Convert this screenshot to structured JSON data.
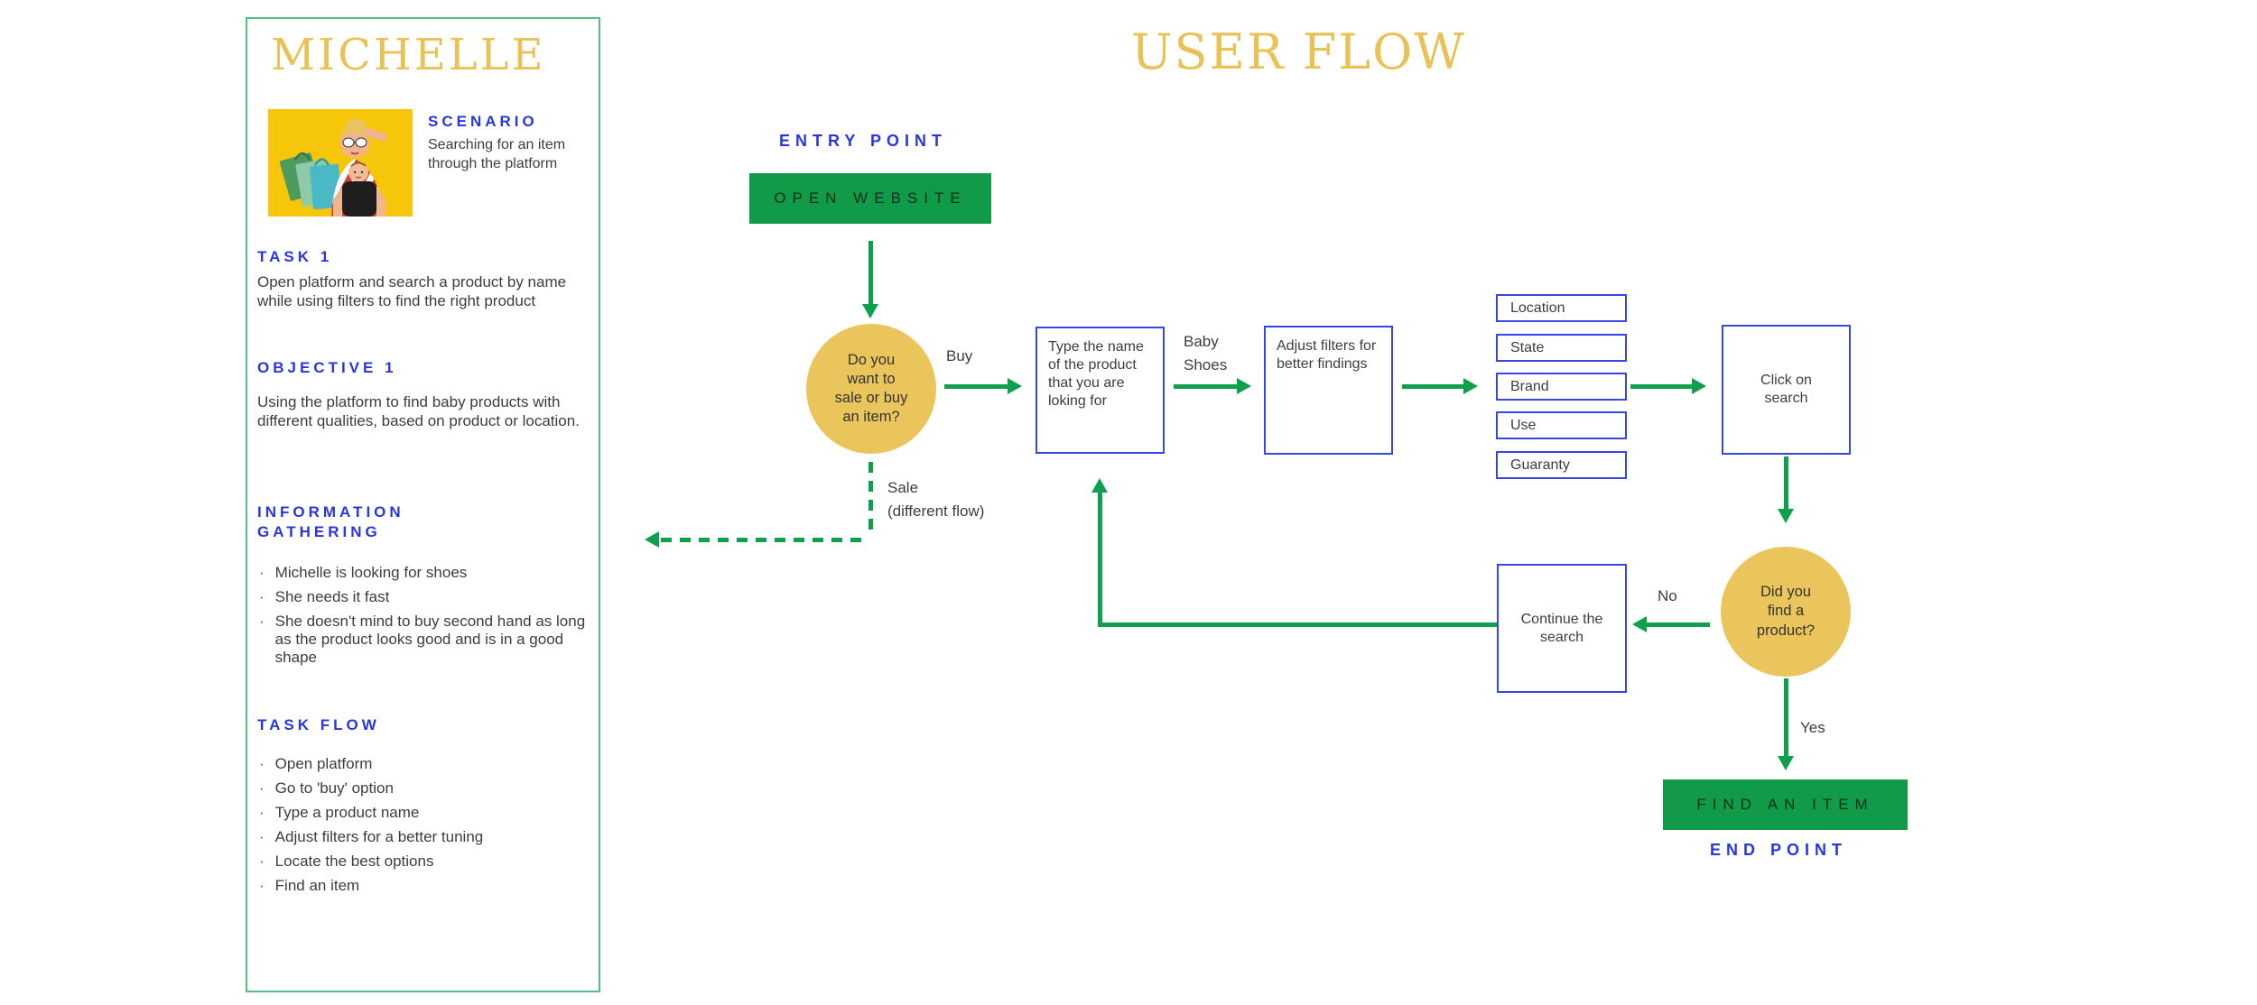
{
  "colors": {
    "accent_green": "#0FA04D",
    "node_green": "#119B49",
    "gold": "#E8C254",
    "heading_blue": "#2936DF",
    "box_border_blue": "#3648E4"
  },
  "persona": {
    "name": "MICHELLE",
    "photo_alt": "Woman with white sunglasses carrying a baby in a black carrier and shopping bags on a yellow background",
    "scenario": {
      "heading": "SCENARIO",
      "text": "Searching for an item through the platform"
    },
    "task1": {
      "heading": "TASK 1",
      "text": "Open platform and search a product by name while using filters to find the right product"
    },
    "objective1": {
      "heading": "OBJECTIVE 1",
      "text": "Using the platform to find baby products with different qualities, based on product or location."
    },
    "information_gathering": {
      "heading": "INFORMATION GATHERING",
      "items": [
        "Michelle is looking for shoes",
        "She needs it fast",
        "She doesn't mind to buy second hand as long as the product looks good and is in a good shape"
      ]
    },
    "task_flow": {
      "heading": "TASK FLOW",
      "items": [
        "Open platform",
        "Go to 'buy' option",
        "Type a product name",
        "Adjust filters for a better tuning",
        "Locate the best options",
        "Find an item"
      ]
    }
  },
  "flow": {
    "title": "USER FLOW",
    "entry_label": "ENTRY POINT",
    "entry_node": "OPEN WEBSITE",
    "decision_sale_buy": "Do you\nwant to\nsale or buy\nan  item?",
    "buy_label": "Buy",
    "sale_label": "Sale\n(different flow)",
    "type_box": "Type the name of the product that you are loking for",
    "baby_shoes_label": "Baby\nShoes",
    "adjust_box": "Adjust filters for better findings",
    "filters": [
      "Location",
      "State",
      "Brand",
      "Use",
      "Guaranty"
    ],
    "click_box": "Click on search",
    "decision_found": "Did you\nfind a\nproduct?",
    "no_label": "No",
    "continue_box": "Continue the search",
    "yes_label": "Yes",
    "end_node": "FIND AN ITEM",
    "end_label": "END POINT"
  }
}
